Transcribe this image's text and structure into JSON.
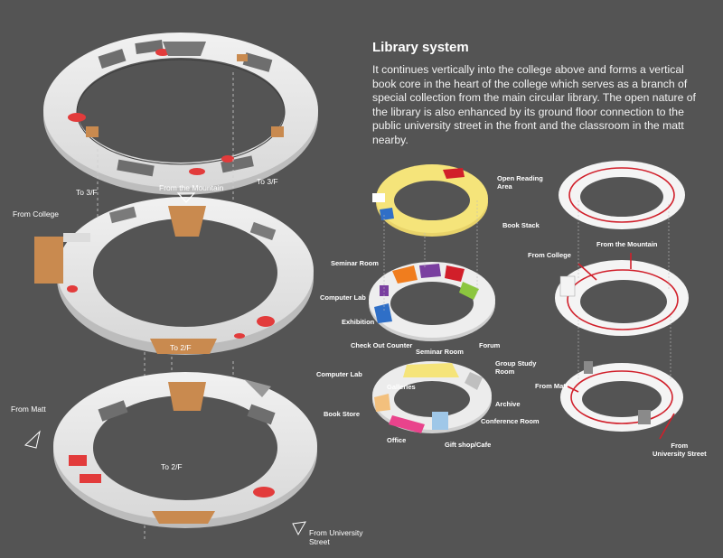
{
  "section": {
    "title": "Library system",
    "description": "It continues vertically into the college above and forms a vertical book core in the heart of the college which serves as a branch of special collection from the main circular library. The open nature of the library is also enhanced by its ground floor connection to the public university street in the front and the classroom in the matt nearby."
  },
  "plan_labels": {
    "to_3f_left": "To 3/F",
    "to_3f_right": "To 3/F",
    "from_the_mountain": "From the Mountain",
    "from_college": "From College",
    "to_2f_mid": "To 2/F",
    "from_matt": "From Matt",
    "to_2f_low": "To 2/F",
    "from_university_street": "From University\nStreet"
  },
  "program_labels": {
    "open_reading_area": "Open Reading\nArea",
    "book_stack": "Book Stack",
    "seminar_room_top": "Seminar Room",
    "computer_lab_top": "Computer Lab",
    "exhibition": "Exhibition",
    "check_out_counter": "Check Out Counter",
    "seminar_room_mid": "Seminar Room",
    "forum": "Forum",
    "computer_lab_low": "Computer Lab",
    "group_study_room": "Group Study\nRoom",
    "galleries": "Galleries",
    "archive": "Archive",
    "book_store": "Book Store",
    "conference_room": "Conference Room",
    "office": "Office",
    "gift_shop_cafe": "Gift shop/Cafe"
  },
  "circulation_labels": {
    "from_college": "From College",
    "from_the_mountain": "From the Mountain",
    "from_matt": "From Matt",
    "from_university_street": "From\nUniversity Street"
  },
  "colors": {
    "background": "#545454",
    "ring": "#e6e6e6",
    "reading": "#f5e47a",
    "accent_red": "#e23b3b",
    "wood": "#c98a4f",
    "blue": "#2f6fc7",
    "orange": "#f07d1e",
    "purple": "#7a3fa0",
    "green": "#8cc63f",
    "pink": "#e9438c",
    "lightblue": "#9fc7e8"
  }
}
